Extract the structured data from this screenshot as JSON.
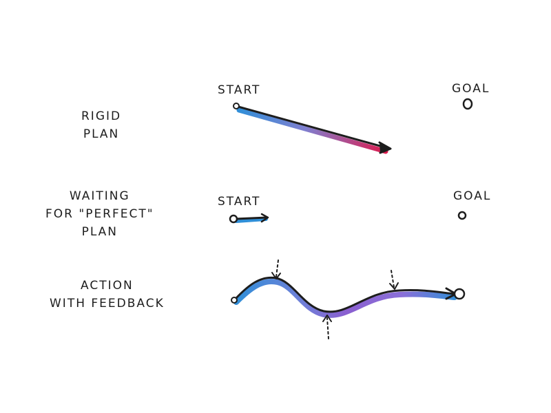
{
  "rows": [
    {
      "label_lines": [
        "RIGID",
        "PLAN"
      ],
      "start_label": "START",
      "goal_label": "GOAL"
    },
    {
      "label_lines": [
        "WAITING",
        "FOR \"PERFECT\"",
        "PLAN"
      ],
      "start_label": "START",
      "goal_label": "GOAL"
    },
    {
      "label_lines": [
        "ACTION",
        "WITH FEEDBACK"
      ]
    }
  ],
  "colors": {
    "ink": "#1d1d1d",
    "blue": "#2f8fd8",
    "red": "#e0184a",
    "purple": "#8a5fd0"
  }
}
